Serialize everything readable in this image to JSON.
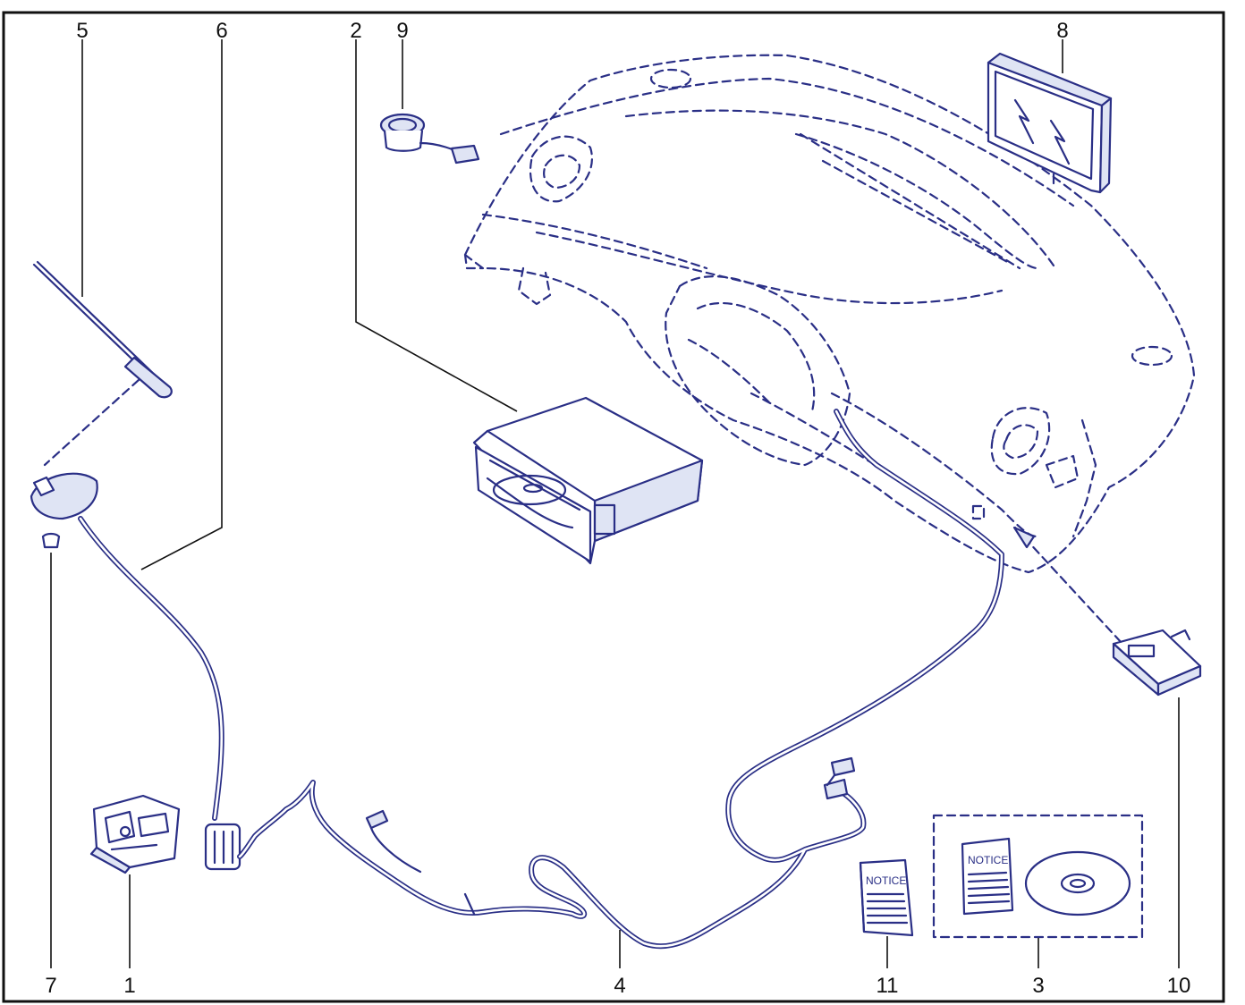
{
  "diagram": {
    "parts": [
      {
        "key": "p5",
        "label": "5"
      },
      {
        "key": "p6",
        "label": "6"
      },
      {
        "key": "p2",
        "label": "2"
      },
      {
        "key": "p9",
        "label": "9"
      },
      {
        "key": "p8",
        "label": "8"
      },
      {
        "key": "p7",
        "label": "7"
      },
      {
        "key": "p1",
        "label": "1"
      },
      {
        "key": "p4",
        "label": "4"
      },
      {
        "key": "p11",
        "label": "11"
      },
      {
        "key": "p3",
        "label": "3"
      },
      {
        "key": "p10",
        "label": "10"
      }
    ],
    "notice_text": "NOTICE",
    "colors": {
      "line": "#2a2f86",
      "fill": "#dfe4f4",
      "frame": "#111111"
    }
  }
}
